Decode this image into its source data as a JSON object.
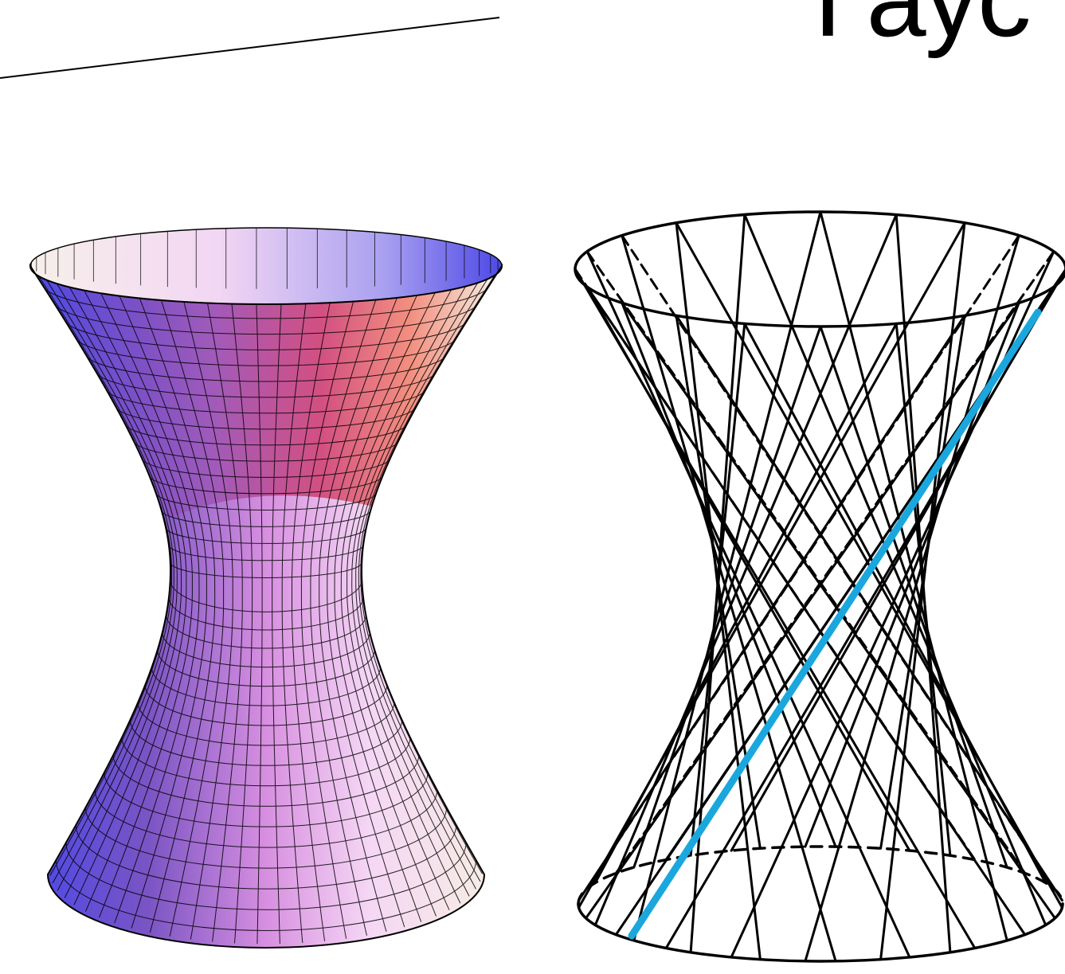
{
  "slide": {
    "title_fragment": "Гаус"
  },
  "figures": {
    "left": {
      "kind": "shaded-hyperboloid-surface"
    },
    "right": {
      "kind": "ruled-wireframe-hyperboloid"
    }
  },
  "colors": {
    "background": "#ffffff",
    "line": "#000000",
    "highlight_line": "#1aa7dd",
    "surface_blue": "#4d49e6",
    "surface_purple": "#9e56b6",
    "surface_magenta": "#cf3e6e",
    "surface_coral": "#f2806b",
    "surface_light_pink": "#f5d7f5",
    "surface_cream": "#f6efe2"
  }
}
